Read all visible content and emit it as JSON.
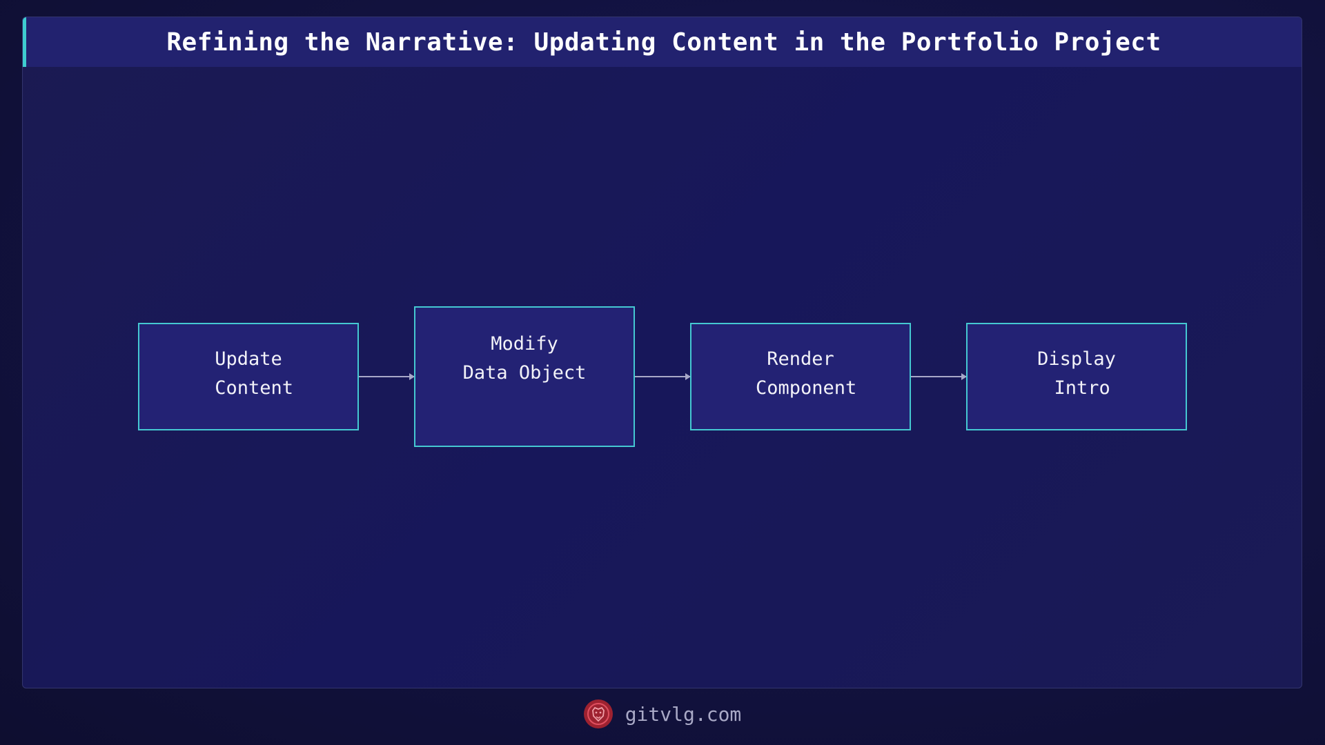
{
  "title": "Refining the Narrative: Updating Content in the Portfolio Project",
  "nodes": [
    {
      "label": "Update\n Content"
    },
    {
      "label": "Modify\nData Object"
    },
    {
      "label": "Render\n Component"
    },
    {
      "label": "Display\n Intro"
    }
  ],
  "footer": {
    "site": "gitvlg.com",
    "logo_icon": "lion-head-icon"
  },
  "colors": {
    "background": "#12123f",
    "title_bar": "#22226f",
    "accent": "#3ecdd0",
    "node_fill": "#232274",
    "node_border": "#45c9d2",
    "arrow": "#a8a8c8",
    "logo": "#9e2230"
  }
}
